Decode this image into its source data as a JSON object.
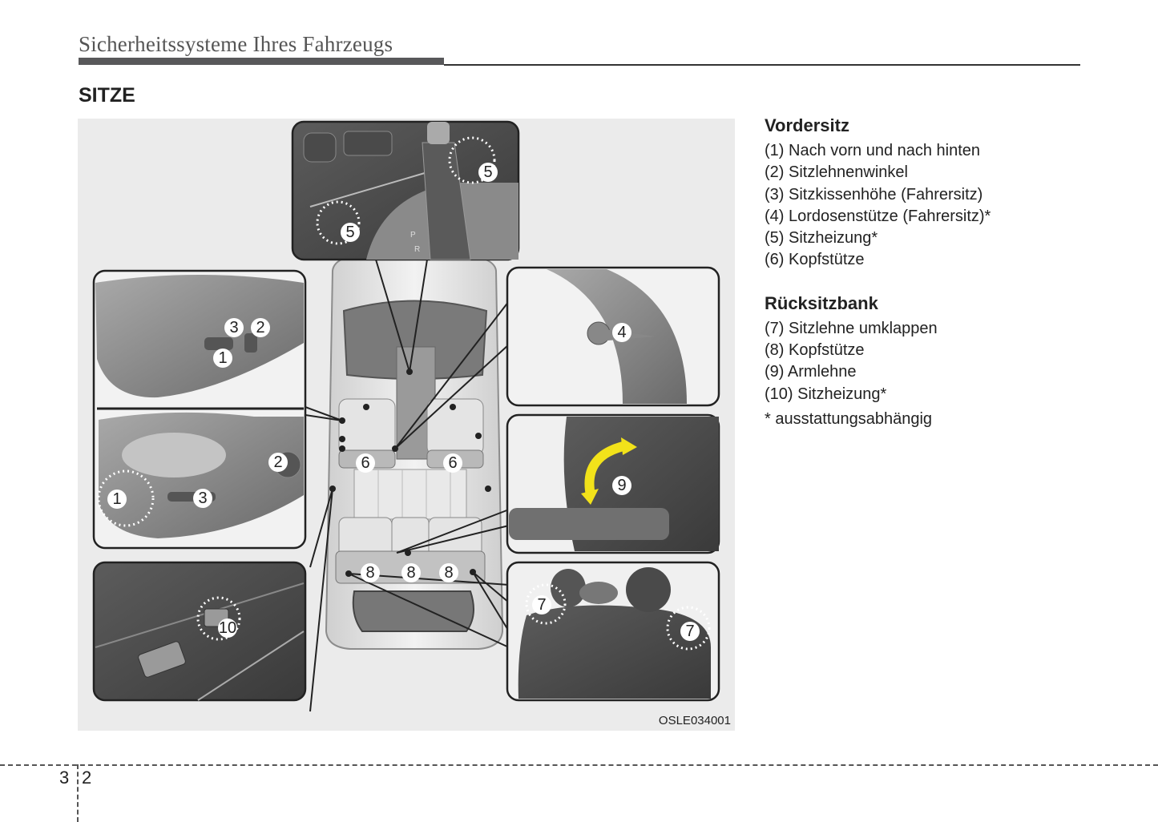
{
  "header": {
    "running_title": "Sicherheitssysteme Ihres Fahrzeugs",
    "section_title": "SITZE"
  },
  "figure": {
    "code": "OSLE034001",
    "callouts": {
      "c1a": "1",
      "c2a": "2",
      "c3a": "3",
      "c1b": "1",
      "c2b": "2",
      "c3b": "3",
      "c10": "10",
      "c5a": "5",
      "c5b": "5",
      "c4": "4",
      "c9": "9",
      "c7a": "7",
      "c7b": "7",
      "c6a": "6",
      "c6b": "6",
      "c8a": "8",
      "c8b": "8",
      "c8c": "8"
    },
    "colors": {
      "background": "#ebebeb",
      "panel_dark": "#6d6d6d",
      "arrow_yellow": "#f2e21a"
    }
  },
  "legend": {
    "front": {
      "heading": "Vordersitz",
      "items": [
        "(1) Nach vorn und nach hinten",
        "(2) Sitzlehnenwinkel",
        "(3) Sitzkissenhöhe (Fahrersitz)",
        "(4) Lordosenstütze (Fahrersitz)*",
        "(5) Sitzheizung*",
        "(6) Kopfstütze"
      ]
    },
    "rear": {
      "heading": "Rücksitzbank",
      "items": [
        "(7) Sitzlehne umklappen",
        "(8) Kopfstütze",
        "(9) Armlehne",
        "(10) Sitzheizung*"
      ]
    },
    "footnote": "* ausstattungsabhängig"
  },
  "footer": {
    "chapter": "3",
    "page": "2"
  }
}
